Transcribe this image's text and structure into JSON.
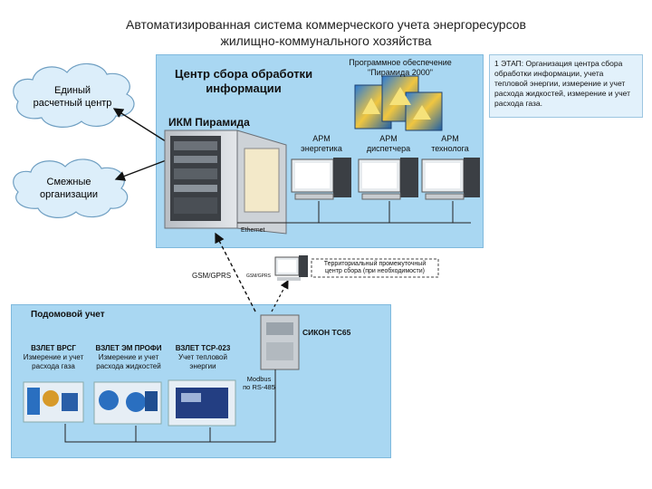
{
  "title": {
    "line1": "Автоматизированная система коммерческого учета энергоресурсов",
    "line2": "жилищно-коммунального хозяйства"
  },
  "clouds": {
    "settlement": [
      "Единый",
      "расчетный центр"
    ],
    "related": [
      "Смежные",
      "организации"
    ]
  },
  "center": {
    "title1": "Центр сбора обработки",
    "title2": "информации",
    "ikm": "ИКМ Пирамида",
    "software1": "Программное обеспечение",
    "software2": "\"Пирамида 2000\"",
    "ethernet": "Ethernet"
  },
  "workstations": [
    {
      "line1": "АРМ",
      "line2": "энергетика"
    },
    {
      "line1": "АРМ",
      "line2": "диспетчера"
    },
    {
      "line1": "АРМ",
      "line2": "технолога"
    }
  ],
  "note": "1 ЭТАП: Организация центра сбора обработки информации, учета тепловой энергии, измерение и учет расхода жидкостей, измерение и учет расхода газа.",
  "link": {
    "gsm": "GSM/GPRS",
    "small": "GSM/GPRS"
  },
  "territorial": [
    "Территориальный промежуточный",
    "центр сбора (при необходимости)"
  ],
  "house": {
    "title": "Подомовой учет",
    "sikon": "СИКОН ТС65",
    "modbus1": "Modbus",
    "modbus2": "по RS-485"
  },
  "meters": [
    {
      "name": "ВЗЛЕТ ВРСГ",
      "desc1": "Измерение и учет",
      "desc2": "расхода газа"
    },
    {
      "name": "ВЗЛЕТ ЭМ ПРОФИ",
      "desc1": "Измерение и учет",
      "desc2": "расхода жидкостей"
    },
    {
      "name": "ВЗЛЕТ ТСР-023",
      "desc1": "Учет тепловой",
      "desc2": "энергии"
    }
  ]
}
